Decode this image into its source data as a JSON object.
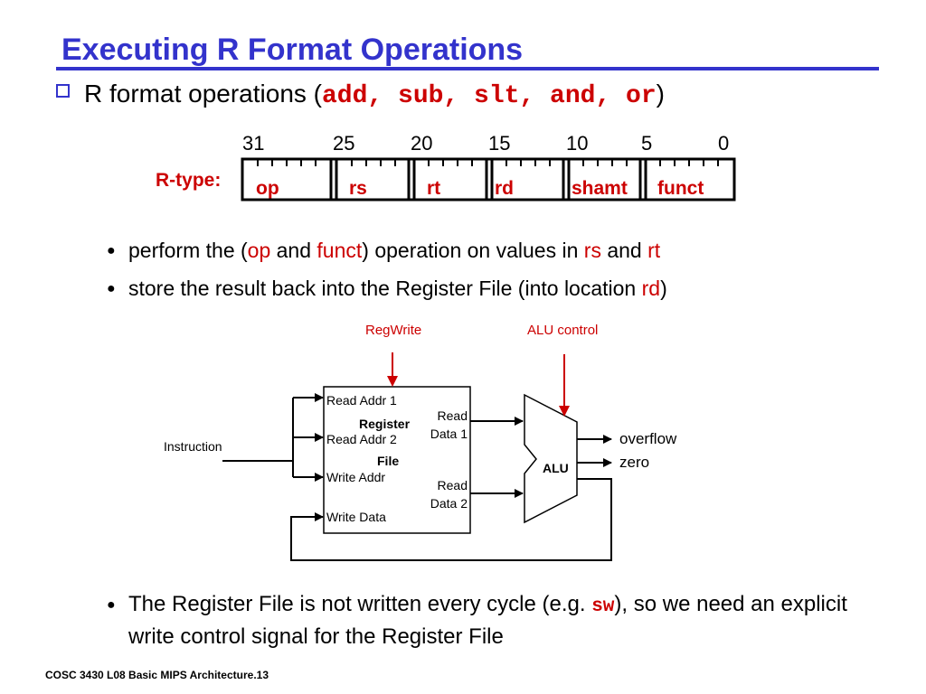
{
  "title": "Executing R Format Operations",
  "main_bullet": {
    "prefix": "R format operations (",
    "code": "add, sub, slt, and, or",
    "suffix": ")"
  },
  "instruction_format": {
    "bit_positions": [
      "31",
      "25",
      "20",
      "15",
      "10",
      "5",
      "0"
    ],
    "label": "R-type:",
    "fields": [
      "op",
      "rs",
      "rt",
      "rd",
      "shamt",
      "funct"
    ]
  },
  "bullets": [
    {
      "parts": [
        "perform the (",
        "op",
        " and ",
        "funct",
        ") operation on values in ",
        "rs",
        " and ",
        "rt"
      ]
    },
    {
      "parts": [
        "store the result back into the Register File (into location ",
        "rd",
        ")"
      ]
    }
  ],
  "diagram": {
    "regwrite_label": "RegWrite",
    "alu_control_label": "ALU control",
    "instruction_label": "Instruction",
    "regfile": {
      "read_addr1": "Read Addr 1",
      "read_addr2": "Read Addr 2",
      "write_addr": "Write Addr",
      "write_data": "Write Data",
      "name_line1": "Register",
      "name_line2": "File",
      "read_data1_line1": "Read",
      "read_data1_line2": "Data 1",
      "read_data2_line1": "Read",
      "read_data2_line2": "Data 2"
    },
    "alu_label": "ALU",
    "overflow_label": "overflow",
    "zero_label": "zero",
    "colors": {
      "control": "#cc0000",
      "title": "#3333cc"
    }
  },
  "bottom_bullet": {
    "prefix": "The Register File is not written every cycle (e.g. ",
    "code": "sw",
    "suffix": "), so we need an explicit write control signal for the Register File"
  },
  "footer": "COSC 3430 L08 Basic MIPS Architecture.13"
}
